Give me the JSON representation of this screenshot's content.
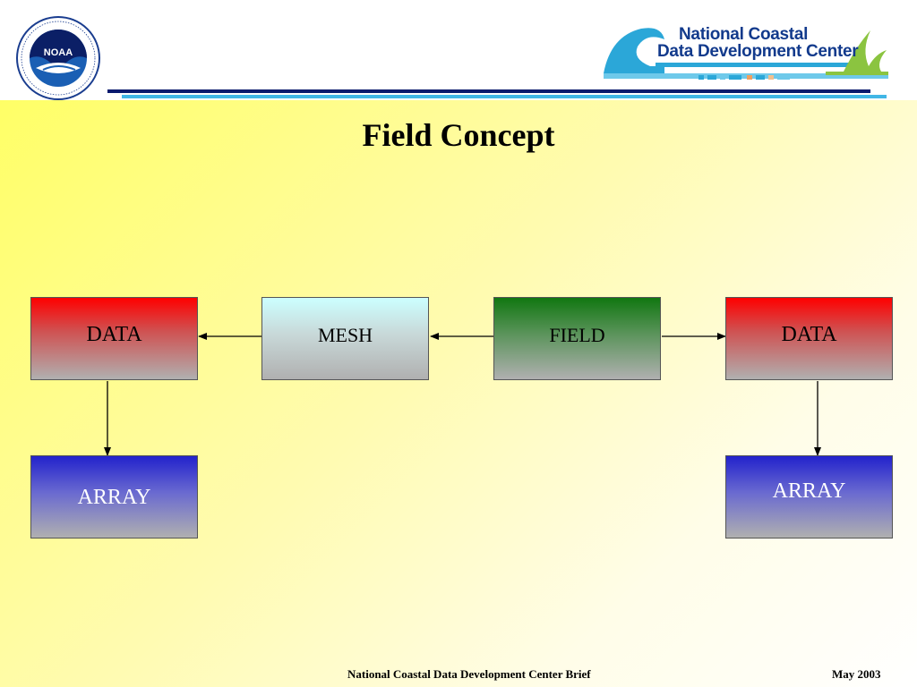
{
  "header": {
    "noaa_logo_text": "NOAA",
    "partner_logo": {
      "line1": "National Coastal",
      "line2": "Data Development Center"
    }
  },
  "slide": {
    "title": "Field Concept"
  },
  "diagram": {
    "nodes": {
      "data_left": "DATA",
      "mesh": "MESH",
      "field": "FIELD",
      "data_right": "DATA",
      "array_left": "ARRAY",
      "array_right": "ARRAY"
    },
    "edges": [
      {
        "from": "mesh",
        "to": "data_left"
      },
      {
        "from": "field",
        "to": "mesh"
      },
      {
        "from": "field",
        "to": "data_right"
      },
      {
        "from": "data_left",
        "to": "array_left"
      },
      {
        "from": "data_right",
        "to": "array_right"
      }
    ]
  },
  "footer": {
    "center": "National Coastal Data Development Center Brief",
    "date": "May 2003"
  },
  "colors": {
    "rule_navy": "#0a1a6e",
    "rule_teal": "#41b6e6",
    "logo_blue": "#123a8c"
  }
}
